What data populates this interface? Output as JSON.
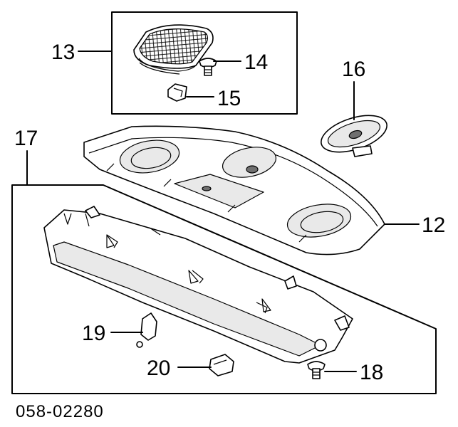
{
  "diagram_code": "058-02280",
  "callouts": {
    "c12": "12",
    "c13": "13",
    "c14": "14",
    "c15": "15",
    "c16": "16",
    "c17": "17",
    "c18": "18",
    "c19": "19",
    "c20": "20"
  }
}
